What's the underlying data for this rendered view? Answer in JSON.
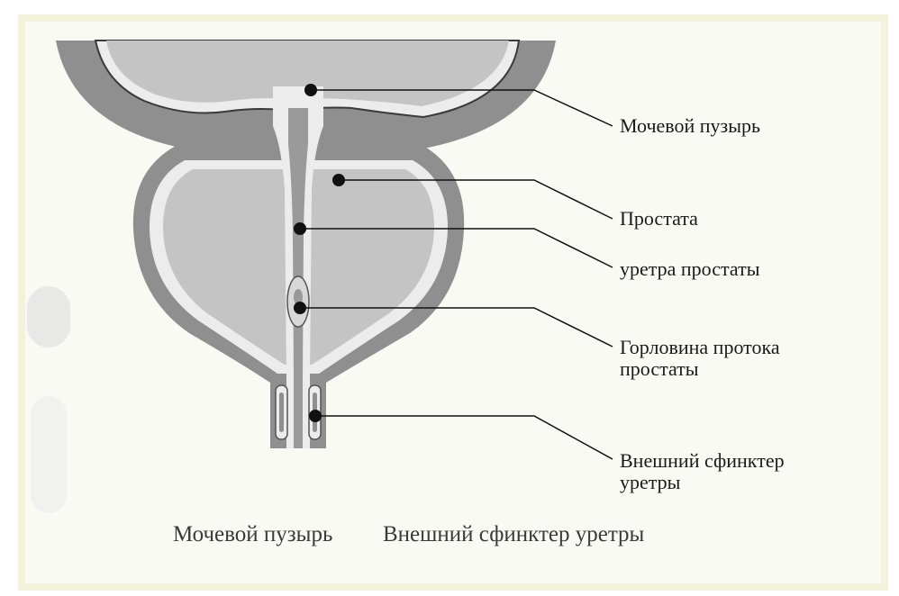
{
  "labels": {
    "bladder": "Мочевой пузырь",
    "prostate": "Простата",
    "prostatic_urethra": "уретра простаты",
    "duct_neck": "Горловина протока\nпростаты",
    "external_sphincter": "Внешний сфинктер\nуретры"
  },
  "captions": {
    "left": "Мочевой пузырь",
    "right": "Внешний сфинктер уретры"
  },
  "colors": {
    "tissue_dark": "#8f8f8f",
    "tissue_light": "#c4c4c4",
    "channel": "#ededed",
    "line": "#111111"
  }
}
